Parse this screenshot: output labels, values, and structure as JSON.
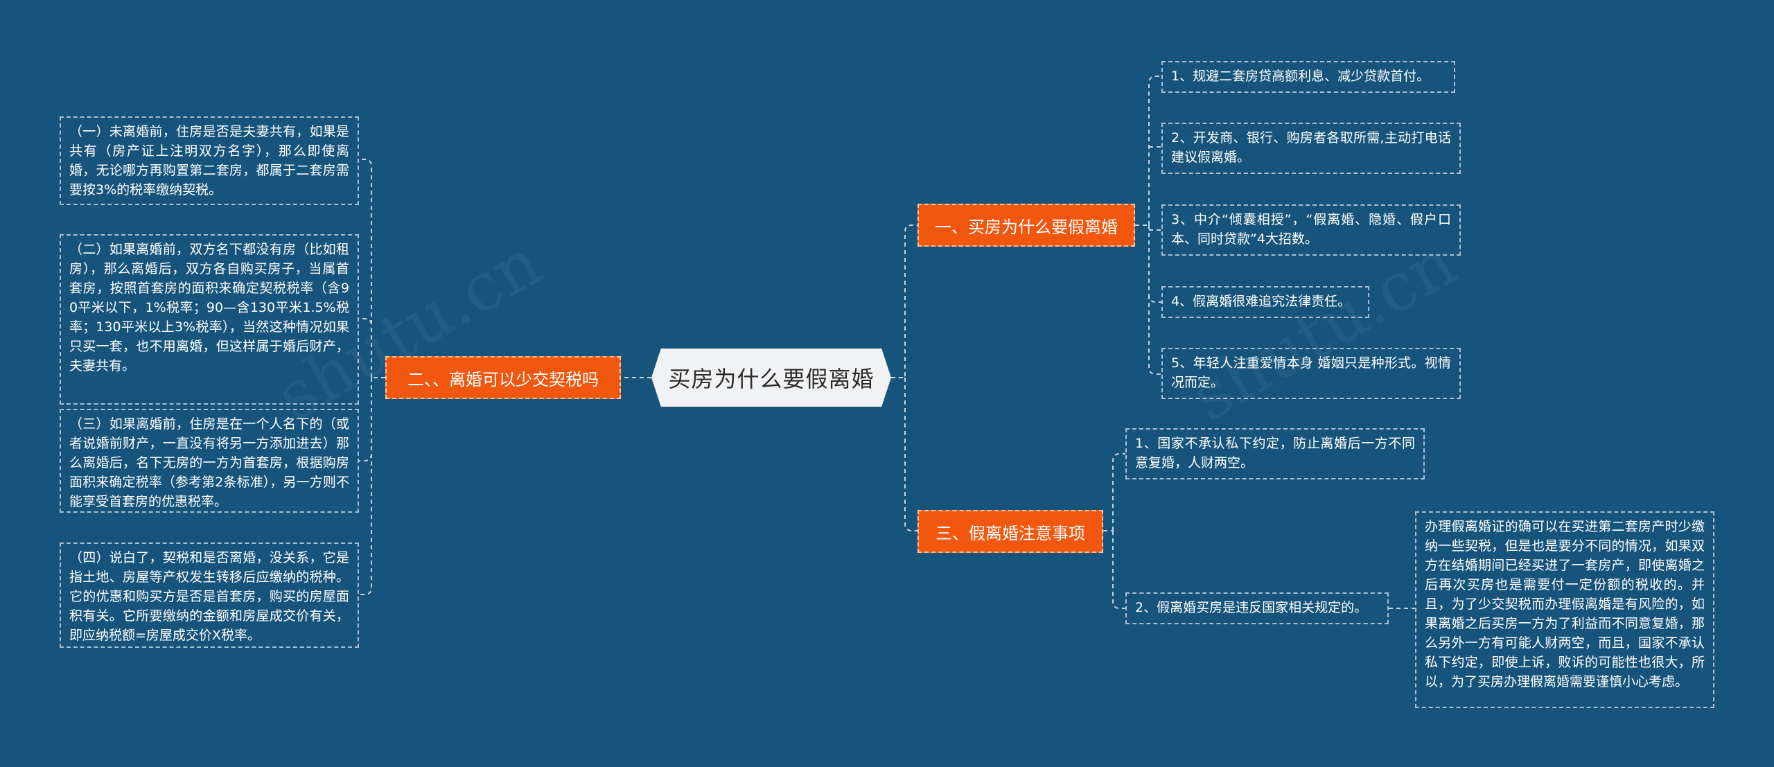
{
  "root": {
    "label": "买房为什么要假离婚"
  },
  "branches": [
    {
      "label": "一、买房为什么要假离婚",
      "items": [
        "1、规避二套房贷高额利息、减少贷款首付。",
        "2、开发商、银行、购房者各取所需,主动打电话建议假离婚。",
        "3、中介“倾囊相授”，“假离婚、隐婚、假户口本、同时贷款”4大招数。",
        "4、假离婚很难追究法律责任。",
        "5、年轻人注重爱情本身 婚姻只是种形式。视情况而定。"
      ]
    },
    {
      "label": "二、、离婚可以少交契税吗",
      "items": [
        "（一）未离婚前，住房是否是夫妻共有，如果是共有（房产证上注明双方名字），那么即使离婚，无论哪方再购置第二套房，都属于二套房需要按3%的税率缴纳契税。",
        "（二）如果离婚前，双方名下都没有房（比如租房），那么离婚后，双方各自购买房子，当属首套房，按照首套房的面积来确定契税税率（含90平米以下，1%税率；90—含130平米1.5%税率；130平米以上3%税率），当然这种情况如果只买一套，也不用离婚，但这样属于婚后财产，夫妻共有。",
        "（三）如果离婚前，住房是在一个人名下的（或者说婚前财产，一直没有将另一方添加进去）那么离婚后，名下无房的一方为首套房，根据购房面积来确定税率（参考第2条标准），另一方则不能享受首套房的优惠税率。",
        "（四）说白了，契税和是否离婚，没关系，它是指土地、房屋等产权发生转移后应缴纳的税种。它的优惠和购买方是否是首套房，购买的房屋面积有关。它所要缴纳的金额和房屋成交价有关，即应纳税额=房屋成交价X税率。"
      ]
    },
    {
      "label": "三、假离婚注意事项",
      "items": [
        "1、国家不承认私下约定，防止离婚后一方不同意复婚，人财两空。",
        "2、假离婚买房是违反国家相关规定的。"
      ],
      "detail": "办理假离婚证的确可以在买进第二套房产时少缴纳一些契税，但是也是要分不同的情况，如果双方在结婚期间已经买进了一套房产，即使离婚之后再次买房也是需要付一定份额的税收的。并且，为了少交契税而办理假离婚是有风险的，如果离婚之后买房一方为了利益而不同意复婚，那么另外一方有可能人财两空，而且，国家不承认私下约定，即使上诉，败诉的可能性也很大，所以，为了买房办理假离婚需要谨慎小心考虑。"
    }
  ],
  "watermark": "shutu.cn",
  "colors": {
    "background": "#17547c",
    "branch": "#f1570f",
    "root": "#f1f2f4",
    "line": "#c6d5e0"
  }
}
